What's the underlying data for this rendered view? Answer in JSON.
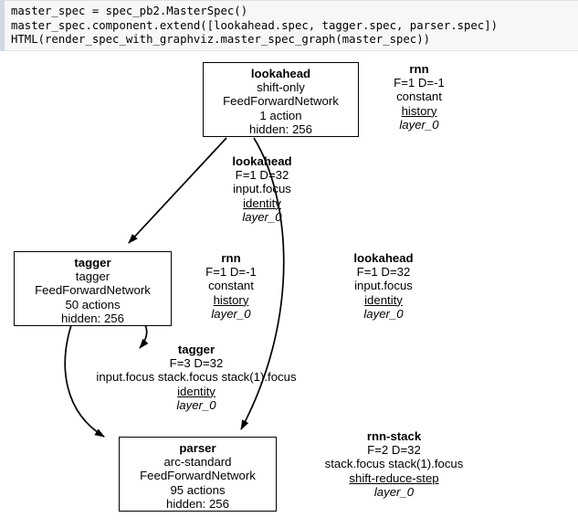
{
  "code_cell": {
    "lines": [
      "master_spec = spec_pb2.MasterSpec()",
      "master_spec.component.extend([lookahead.spec, tagger.spec, parser.spec])",
      "HTML(render_spec_with_graphviz.master_spec_graph(master_spec))"
    ],
    "text": "master_spec = spec_pb2.MasterSpec()\nmaster_spec.component.extend([lookahead.spec, tagger.spec, parser.spec])\nHTML(render_spec_with_graphviz.master_spec_graph(master_spec))",
    "background": "#f7f7f7",
    "accent": "#cfd8e3"
  },
  "graph": {
    "nodes": [
      {
        "id": "lookahead",
        "title": "lookahead",
        "transition_system": "shift-only",
        "network_unit": "FeedForwardNetwork",
        "actions": "1 action",
        "hidden": "hidden: 256"
      },
      {
        "id": "tagger",
        "title": "tagger",
        "transition_system": "tagger",
        "network_unit": "FeedForwardNetwork",
        "actions": "50 actions",
        "hidden": "hidden: 256"
      },
      {
        "id": "parser",
        "title": "parser",
        "transition_system": "arc-standard",
        "network_unit": "FeedForwardNetwork",
        "actions": "95 actions",
        "hidden": "hidden: 256"
      }
    ],
    "edges": [
      {
        "id": "lookahead-self",
        "name": "rnn",
        "fd": "F=1 D=-1",
        "features": "constant",
        "source": "history",
        "layer": "layer_0"
      },
      {
        "id": "lookahead-to-tagger",
        "name": "lookahead",
        "fd": "F=1 D=32",
        "features": "input.focus",
        "source": "identity",
        "layer": "layer_0"
      },
      {
        "id": "tagger-self",
        "name": "rnn",
        "fd": "F=1 D=-1",
        "features": "constant",
        "source": "history",
        "layer": "layer_0"
      },
      {
        "id": "lookahead-to-parser",
        "name": "lookahead",
        "fd": "F=1 D=32",
        "features": "input.focus",
        "source": "identity",
        "layer": "layer_0"
      },
      {
        "id": "tagger-to-parser",
        "name": "tagger",
        "fd": "F=3 D=32",
        "features": "input.focus stack.focus stack(1).focus",
        "source": "identity",
        "layer": "layer_0"
      },
      {
        "id": "parser-self",
        "name": "rnn-stack",
        "fd": "F=2 D=32",
        "features": "stack.focus stack(1).focus",
        "source": "shift-reduce-step",
        "layer": "layer_0"
      }
    ]
  }
}
